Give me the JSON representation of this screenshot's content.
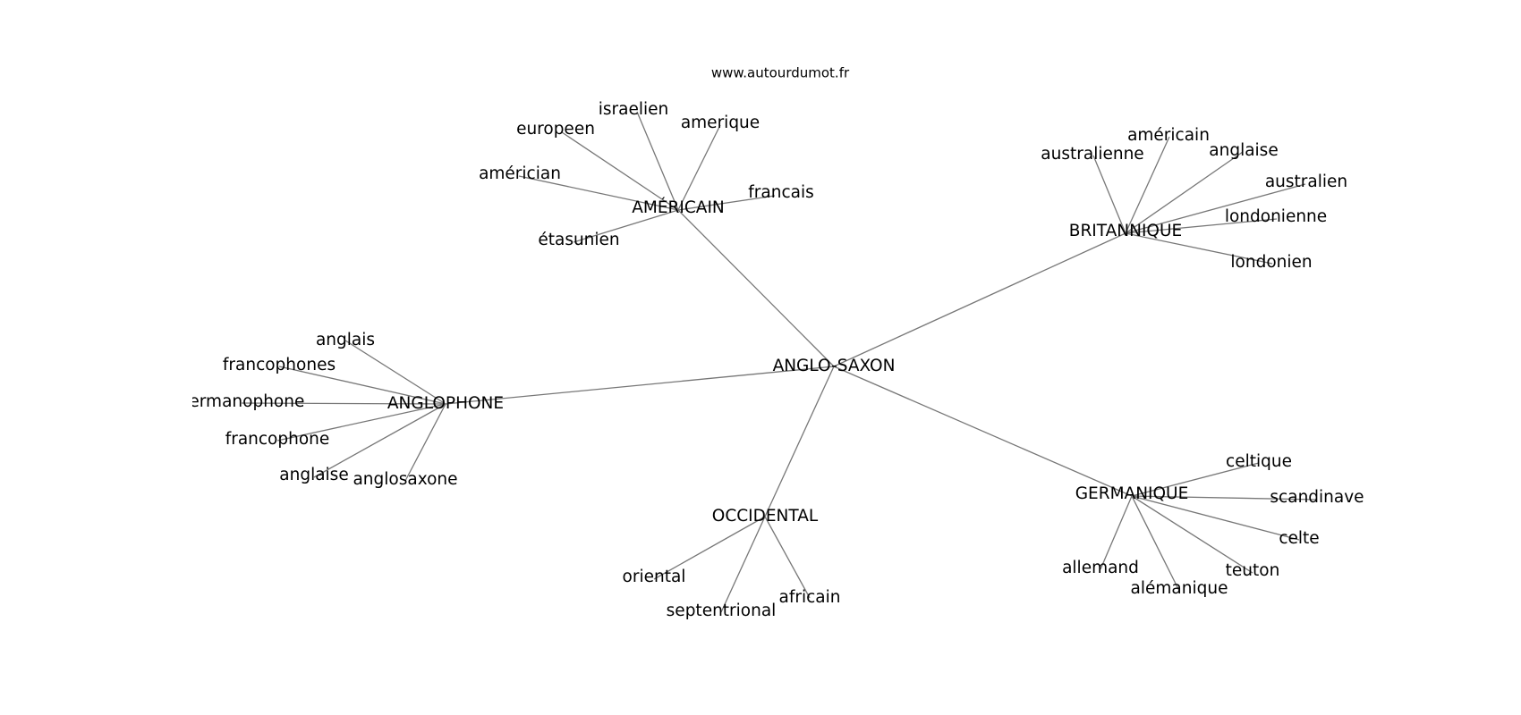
{
  "source": "www.autourdumot.fr",
  "graph": {
    "center": "ANGLO-SAXON",
    "clusters": [
      {
        "label": "AMÉRICAIN",
        "words": [
          "israelien",
          "amerique",
          "europeen",
          "américian",
          "francais",
          "étasunien"
        ]
      },
      {
        "label": "BRITANNIQUE",
        "words": [
          "américain",
          "australienne",
          "anglaise",
          "australien",
          "londonienne",
          "londonien"
        ]
      },
      {
        "label": "ANGLOPHONE",
        "words": [
          "anglais",
          "francophones",
          "germanophone",
          "francophone",
          "anglaise",
          "anglosaxone"
        ]
      },
      {
        "label": "OCCIDENTAL",
        "words": [
          "oriental",
          "septentrional",
          "africain"
        ]
      },
      {
        "label": "GERMANIQUE",
        "words": [
          "celtique",
          "scandinave",
          "celte",
          "teuton",
          "allemand",
          "alémanique"
        ]
      }
    ]
  }
}
